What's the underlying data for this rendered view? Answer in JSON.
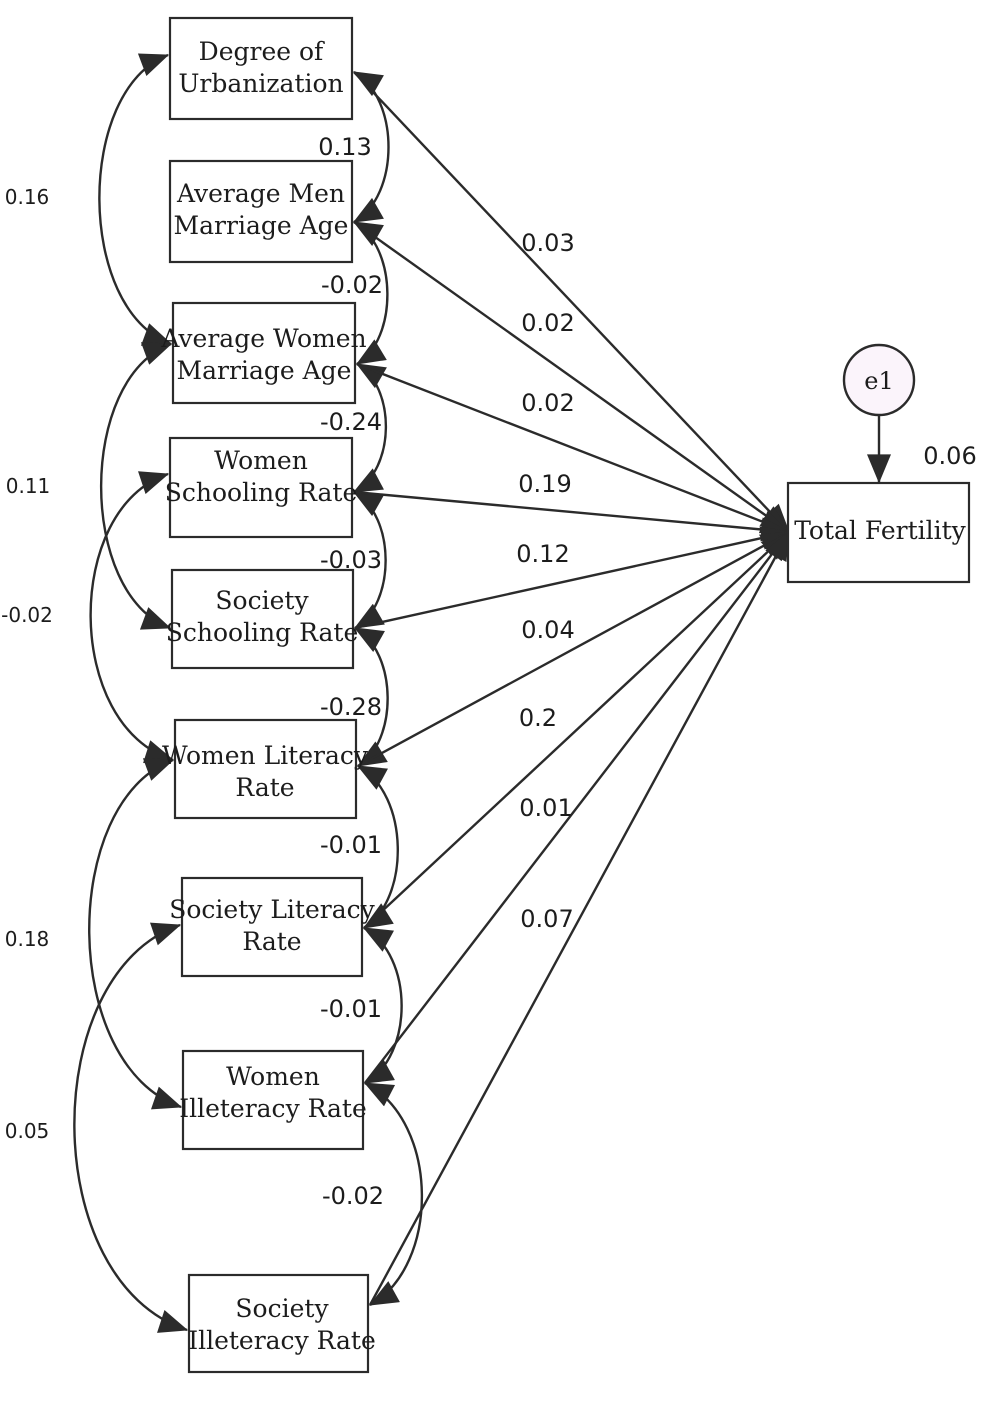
{
  "variables": {
    "urbanization": [
      "Degree of",
      "Urbanization"
    ],
    "men_marriage": [
      "Average Men",
      "Marriage Age"
    ],
    "women_marriage": [
      "Average Women",
      "Marriage Age"
    ],
    "women_schooling": [
      "Women",
      "Schooling Rate"
    ],
    "society_schooling": [
      "Society",
      "Schooling Rate"
    ],
    "women_literacy": [
      "Women Literacy",
      "Rate"
    ],
    "society_literacy": [
      "Society Literacy",
      "Rate"
    ],
    "women_illiteracy": [
      "Women",
      "Illeteracy Rate"
    ],
    "society_illiteracy": [
      "Society",
      "Illeteracy Rate"
    ]
  },
  "outcome": {
    "label": "Total Fertility",
    "r_squared": "0.06"
  },
  "error_term": {
    "label": "e1"
  },
  "paths": [
    {
      "from": "urbanization",
      "coef": "0.03"
    },
    {
      "from": "men_marriage",
      "coef": "0.02"
    },
    {
      "from": "women_marriage",
      "coef": "0.02"
    },
    {
      "from": "women_schooling",
      "coef": "0.19"
    },
    {
      "from": "society_schooling",
      "coef": "0.12"
    },
    {
      "from": "women_literacy",
      "coef": "0.04"
    },
    {
      "from": "society_literacy",
      "coef": "0.2"
    },
    {
      "from": "women_illiteracy",
      "coef": "0.01"
    },
    {
      "from": "society_illiteracy",
      "coef": "0.07"
    }
  ],
  "adjacent_covariances": [
    {
      "between": [
        "urbanization",
        "men_marriage"
      ],
      "value": "0.13"
    },
    {
      "between": [
        "men_marriage",
        "women_marriage"
      ],
      "value": "-0.02"
    },
    {
      "between": [
        "women_marriage",
        "women_schooling"
      ],
      "value": "-0.24"
    },
    {
      "between": [
        "women_schooling",
        "society_schooling"
      ],
      "value": "-0.03"
    },
    {
      "between": [
        "society_schooling",
        "women_literacy"
      ],
      "value": "-0.28"
    },
    {
      "between": [
        "women_literacy",
        "society_literacy"
      ],
      "value": "-0.01"
    },
    {
      "between": [
        "society_literacy",
        "women_illiteracy"
      ],
      "value": "-0.01"
    },
    {
      "between": [
        "women_illiteracy",
        "society_illiteracy"
      ],
      "value": "-0.02"
    }
  ],
  "long_covariances": [
    {
      "between": [
        "urbanization",
        "women_marriage"
      ],
      "value": "0.16"
    },
    {
      "between": [
        "women_marriage",
        "society_schooling"
      ],
      "value": "0.11"
    },
    {
      "between": [
        "women_schooling",
        "women_literacy"
      ],
      "value": "-0.02"
    },
    {
      "between": [
        "women_literacy",
        "women_illiteracy"
      ],
      "value": "0.18"
    },
    {
      "between": [
        "society_literacy",
        "society_illiteracy"
      ],
      "value": "0.05"
    }
  ]
}
